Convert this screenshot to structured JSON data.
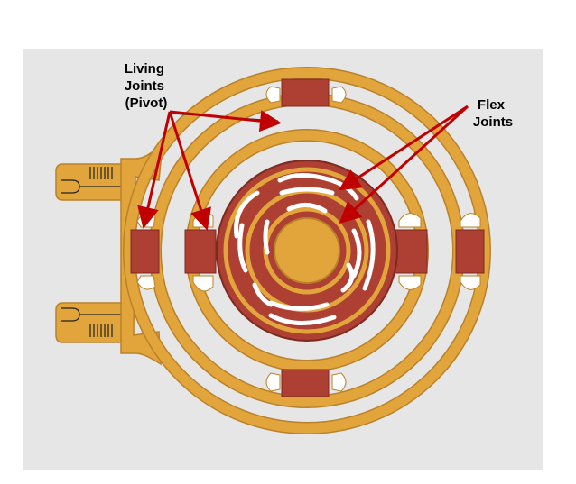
{
  "labels": {
    "living_joints": [
      "Living",
      "Joints",
      "(Pivot)"
    ],
    "flex_joints": [
      "Flex",
      "Joints"
    ]
  },
  "colors": {
    "panel": "#e6e6e6",
    "gold": "#e2a53b",
    "gold_edge": "#b9812a",
    "joint": "#ad3f33",
    "joint_edge": "#7e2a22",
    "arrow": "#c00000",
    "lead_line": "#222222",
    "gap": "#ffffff"
  },
  "icons": [
    "solder-pad-icon",
    "arrow-head-icon"
  ]
}
